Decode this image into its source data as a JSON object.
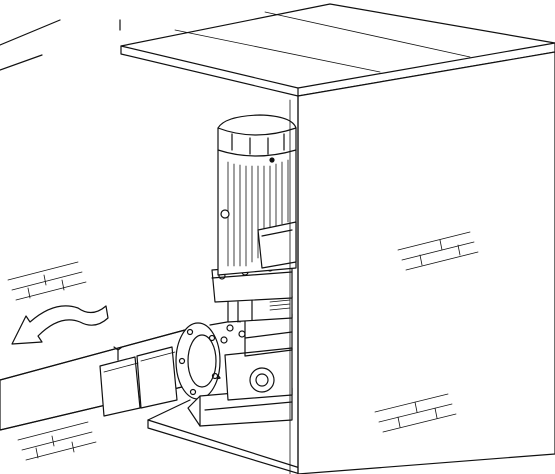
{
  "figure": {
    "kind": "line-art technical illustration",
    "colors": {
      "ink": "#111111",
      "paper": "#ffffff"
    },
    "icons": {
      "flow": "curved-arrow-icon",
      "wall": "brick-wall-symbol-icon",
      "motor": "electric-motor",
      "pump": "inline-pump"
    }
  }
}
